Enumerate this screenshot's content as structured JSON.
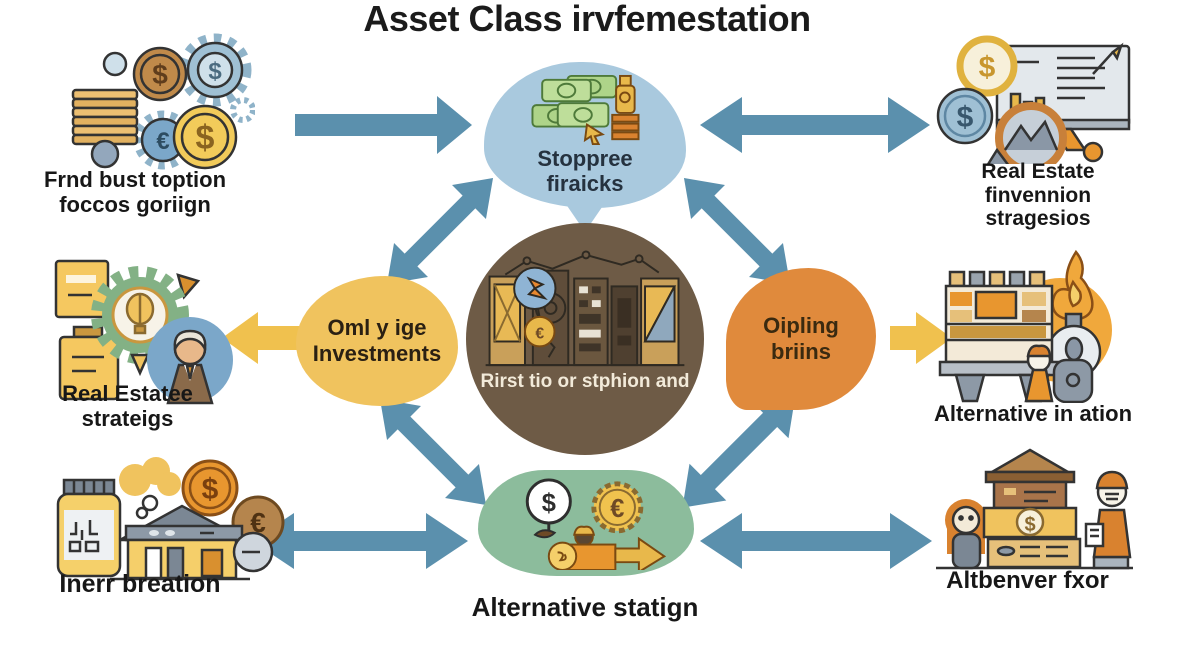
{
  "title": "Asset Class irvfemestation",
  "center_node": {
    "line1": "Rirst tio or stphion",
    "line2": "and",
    "icon": "city-buildings-magnifier-icon"
  },
  "nodes": {
    "top": {
      "line1": "Stoppree",
      "line2": "firaicks",
      "icon": "cash-stamp-cursor-icon",
      "color": "#a9c9de"
    },
    "left": {
      "line1": "Oml y ige",
      "line2": "Investments",
      "color": "#f0c35e"
    },
    "right": {
      "line1": "Oipling",
      "line2": "briins",
      "color": "#e08a3c"
    },
    "bottom": {
      "label": "Alternative statign",
      "icon": "coins-person-arrow-icon",
      "color": "#8cbc9c"
    }
  },
  "satellites": {
    "top_left": {
      "line1": "Frnd bust toption",
      "line2": "foccos goriign",
      "icon": "coins-and-gears-icon"
    },
    "mid_left": {
      "line1": "Real Estatee",
      "line2": "strateigs",
      "icon": "gear-balloon-person-icon"
    },
    "bottom_left": {
      "line1": "Inerr breation",
      "icon": "house-savings-coins-icon"
    },
    "top_right": {
      "line1": "Real Estate",
      "line2": "finvennion",
      "line3": "stragesios",
      "icon": "monitor-chart-coins-icon"
    },
    "mid_right": {
      "line1": "Alternative in ation",
      "icon": "factory-torch-icon"
    },
    "bottom_right": {
      "line1": "Altbenver fxor",
      "icon": "market-stall-people-icon"
    }
  },
  "colors": {
    "arrow_blue": "#5b90ad",
    "arrow_yellow": "#f0c14e",
    "center_brown": "#6e5b46",
    "top_blob": "#a9c9de",
    "left_blob": "#f0c35e",
    "right_blob": "#e08a3c",
    "bottom_blob": "#8cbc9c",
    "title_text": "#1b1b1b"
  }
}
